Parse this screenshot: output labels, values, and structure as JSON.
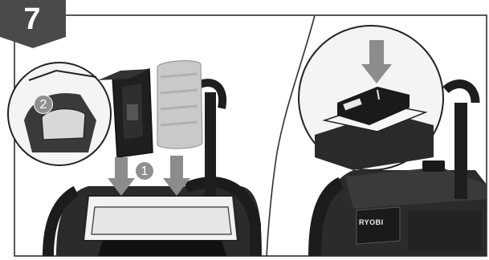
{
  "step": {
    "number": "7"
  },
  "callouts": {
    "first": "1",
    "second": "2"
  },
  "brand": {
    "logo_text": "RYOBI"
  },
  "colors": {
    "frame": "#2e2e2e",
    "badge": "#4a4a4a",
    "callout": "#8f8f8f",
    "arrow": "#8c8c8c"
  }
}
